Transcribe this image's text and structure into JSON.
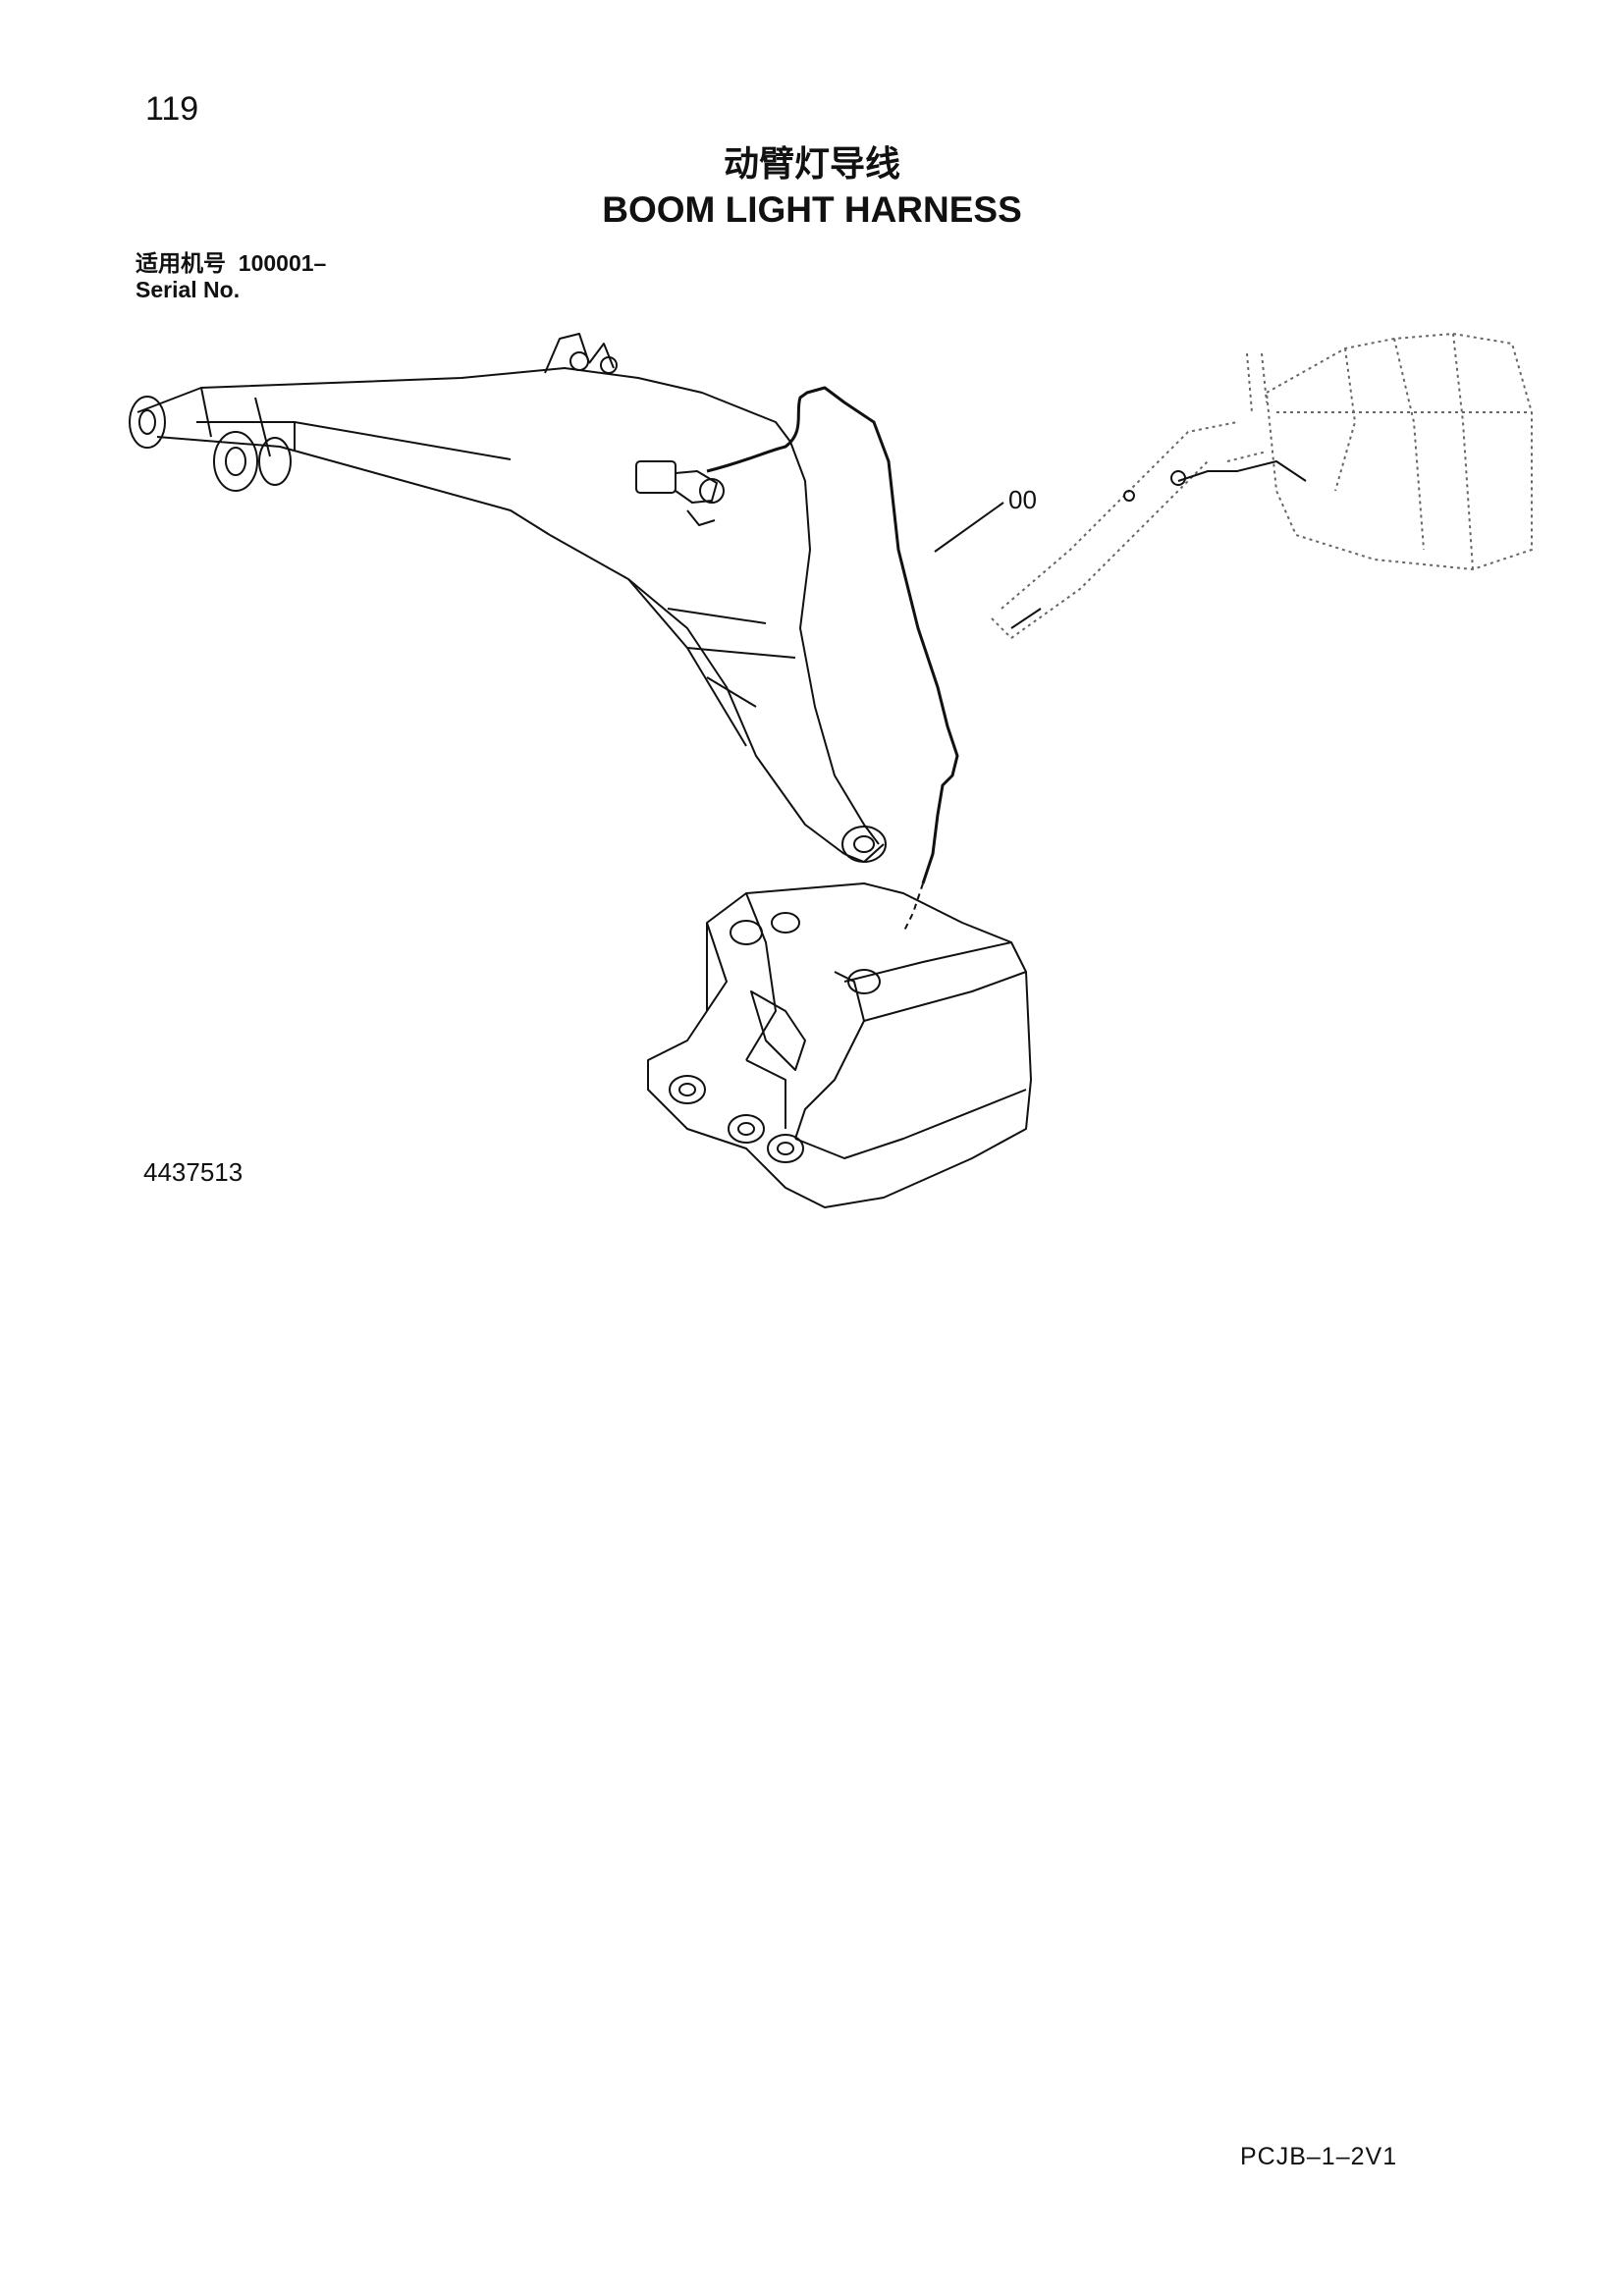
{
  "page": {
    "number": "119",
    "title_cn": "动臂灯导线",
    "title_en": "BOOM LIGHT HARNESS",
    "serial_cn": "适用机号",
    "serial_value": "100001–",
    "serial_en": "Serial No.",
    "drawing_number": "4437513",
    "doc_code": "PCJB–1–2V1"
  },
  "callouts": [
    {
      "label": "00"
    }
  ],
  "colors": {
    "ink": "#111111",
    "dotted": "#666666"
  }
}
